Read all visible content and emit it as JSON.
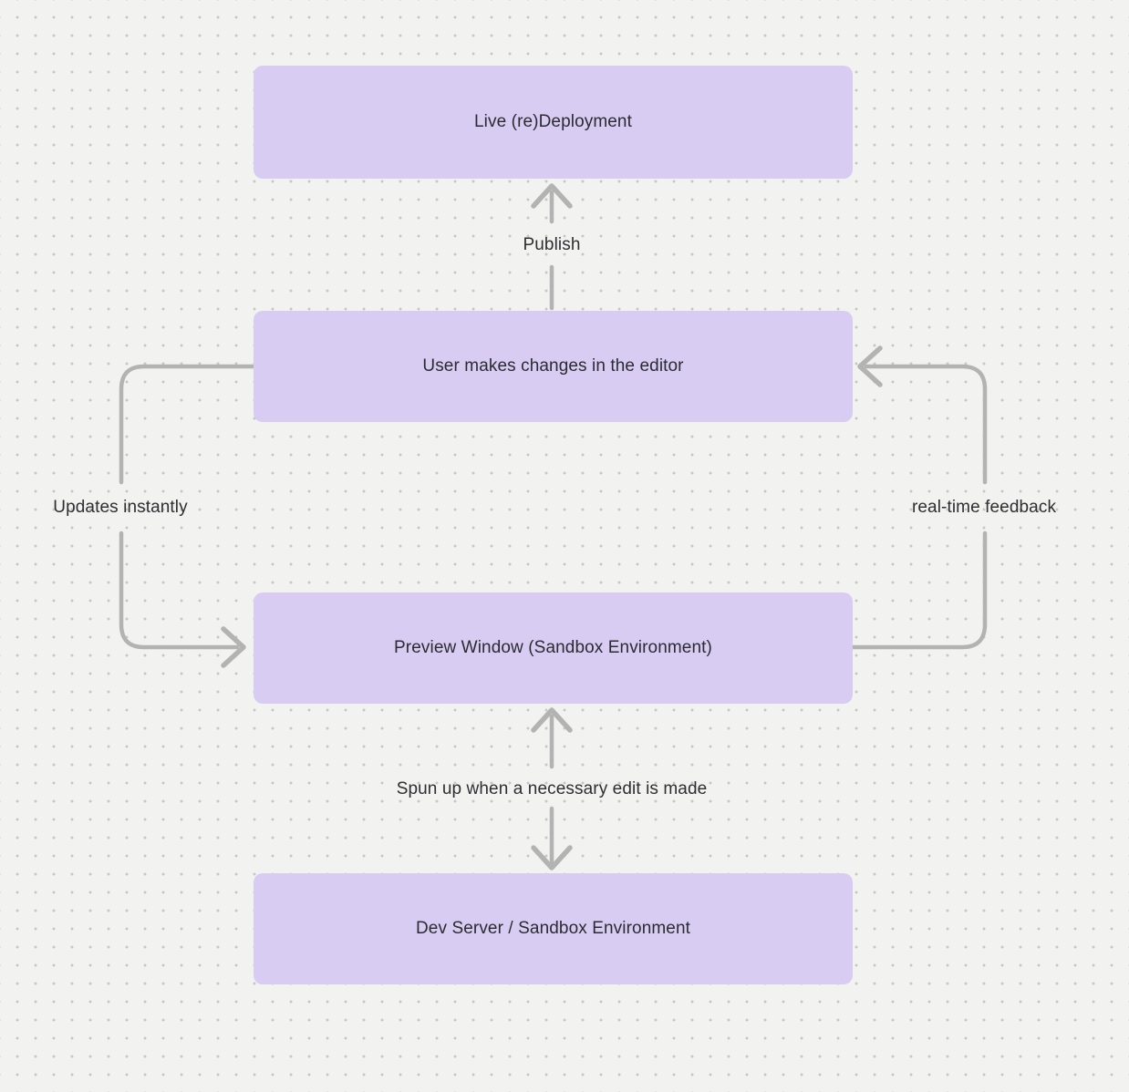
{
  "diagram": {
    "nodes": [
      {
        "id": "live-deployment",
        "label": "Live (re)Deployment"
      },
      {
        "id": "user-changes",
        "label": "User makes changes in the editor"
      },
      {
        "id": "preview-window",
        "label": "Preview Window (Sandbox Environment)"
      },
      {
        "id": "dev-server",
        "label": "Dev Server / Sandbox Environment"
      }
    ],
    "edges": [
      {
        "from": "user-changes",
        "to": "live-deployment",
        "label": "Publish",
        "direction": "up"
      },
      {
        "from": "user-changes",
        "to": "preview-window",
        "label": "Updates instantly",
        "direction": "left-loop-down"
      },
      {
        "from": "preview-window",
        "to": "user-changes",
        "label": "real-time feedback",
        "direction": "right-loop-up"
      },
      {
        "from": "dev-server",
        "to": "preview-window",
        "label": "Spun up when a necessary edit is made",
        "direction": "bidirectional"
      }
    ],
    "colors": {
      "background": "#f2f2f0",
      "dot": "#c6c6c6",
      "node_fill": "#d8ccf3",
      "node_text": "#2b2b31",
      "edge": "#b3b3b3",
      "label_text": "#2e2e33"
    }
  }
}
